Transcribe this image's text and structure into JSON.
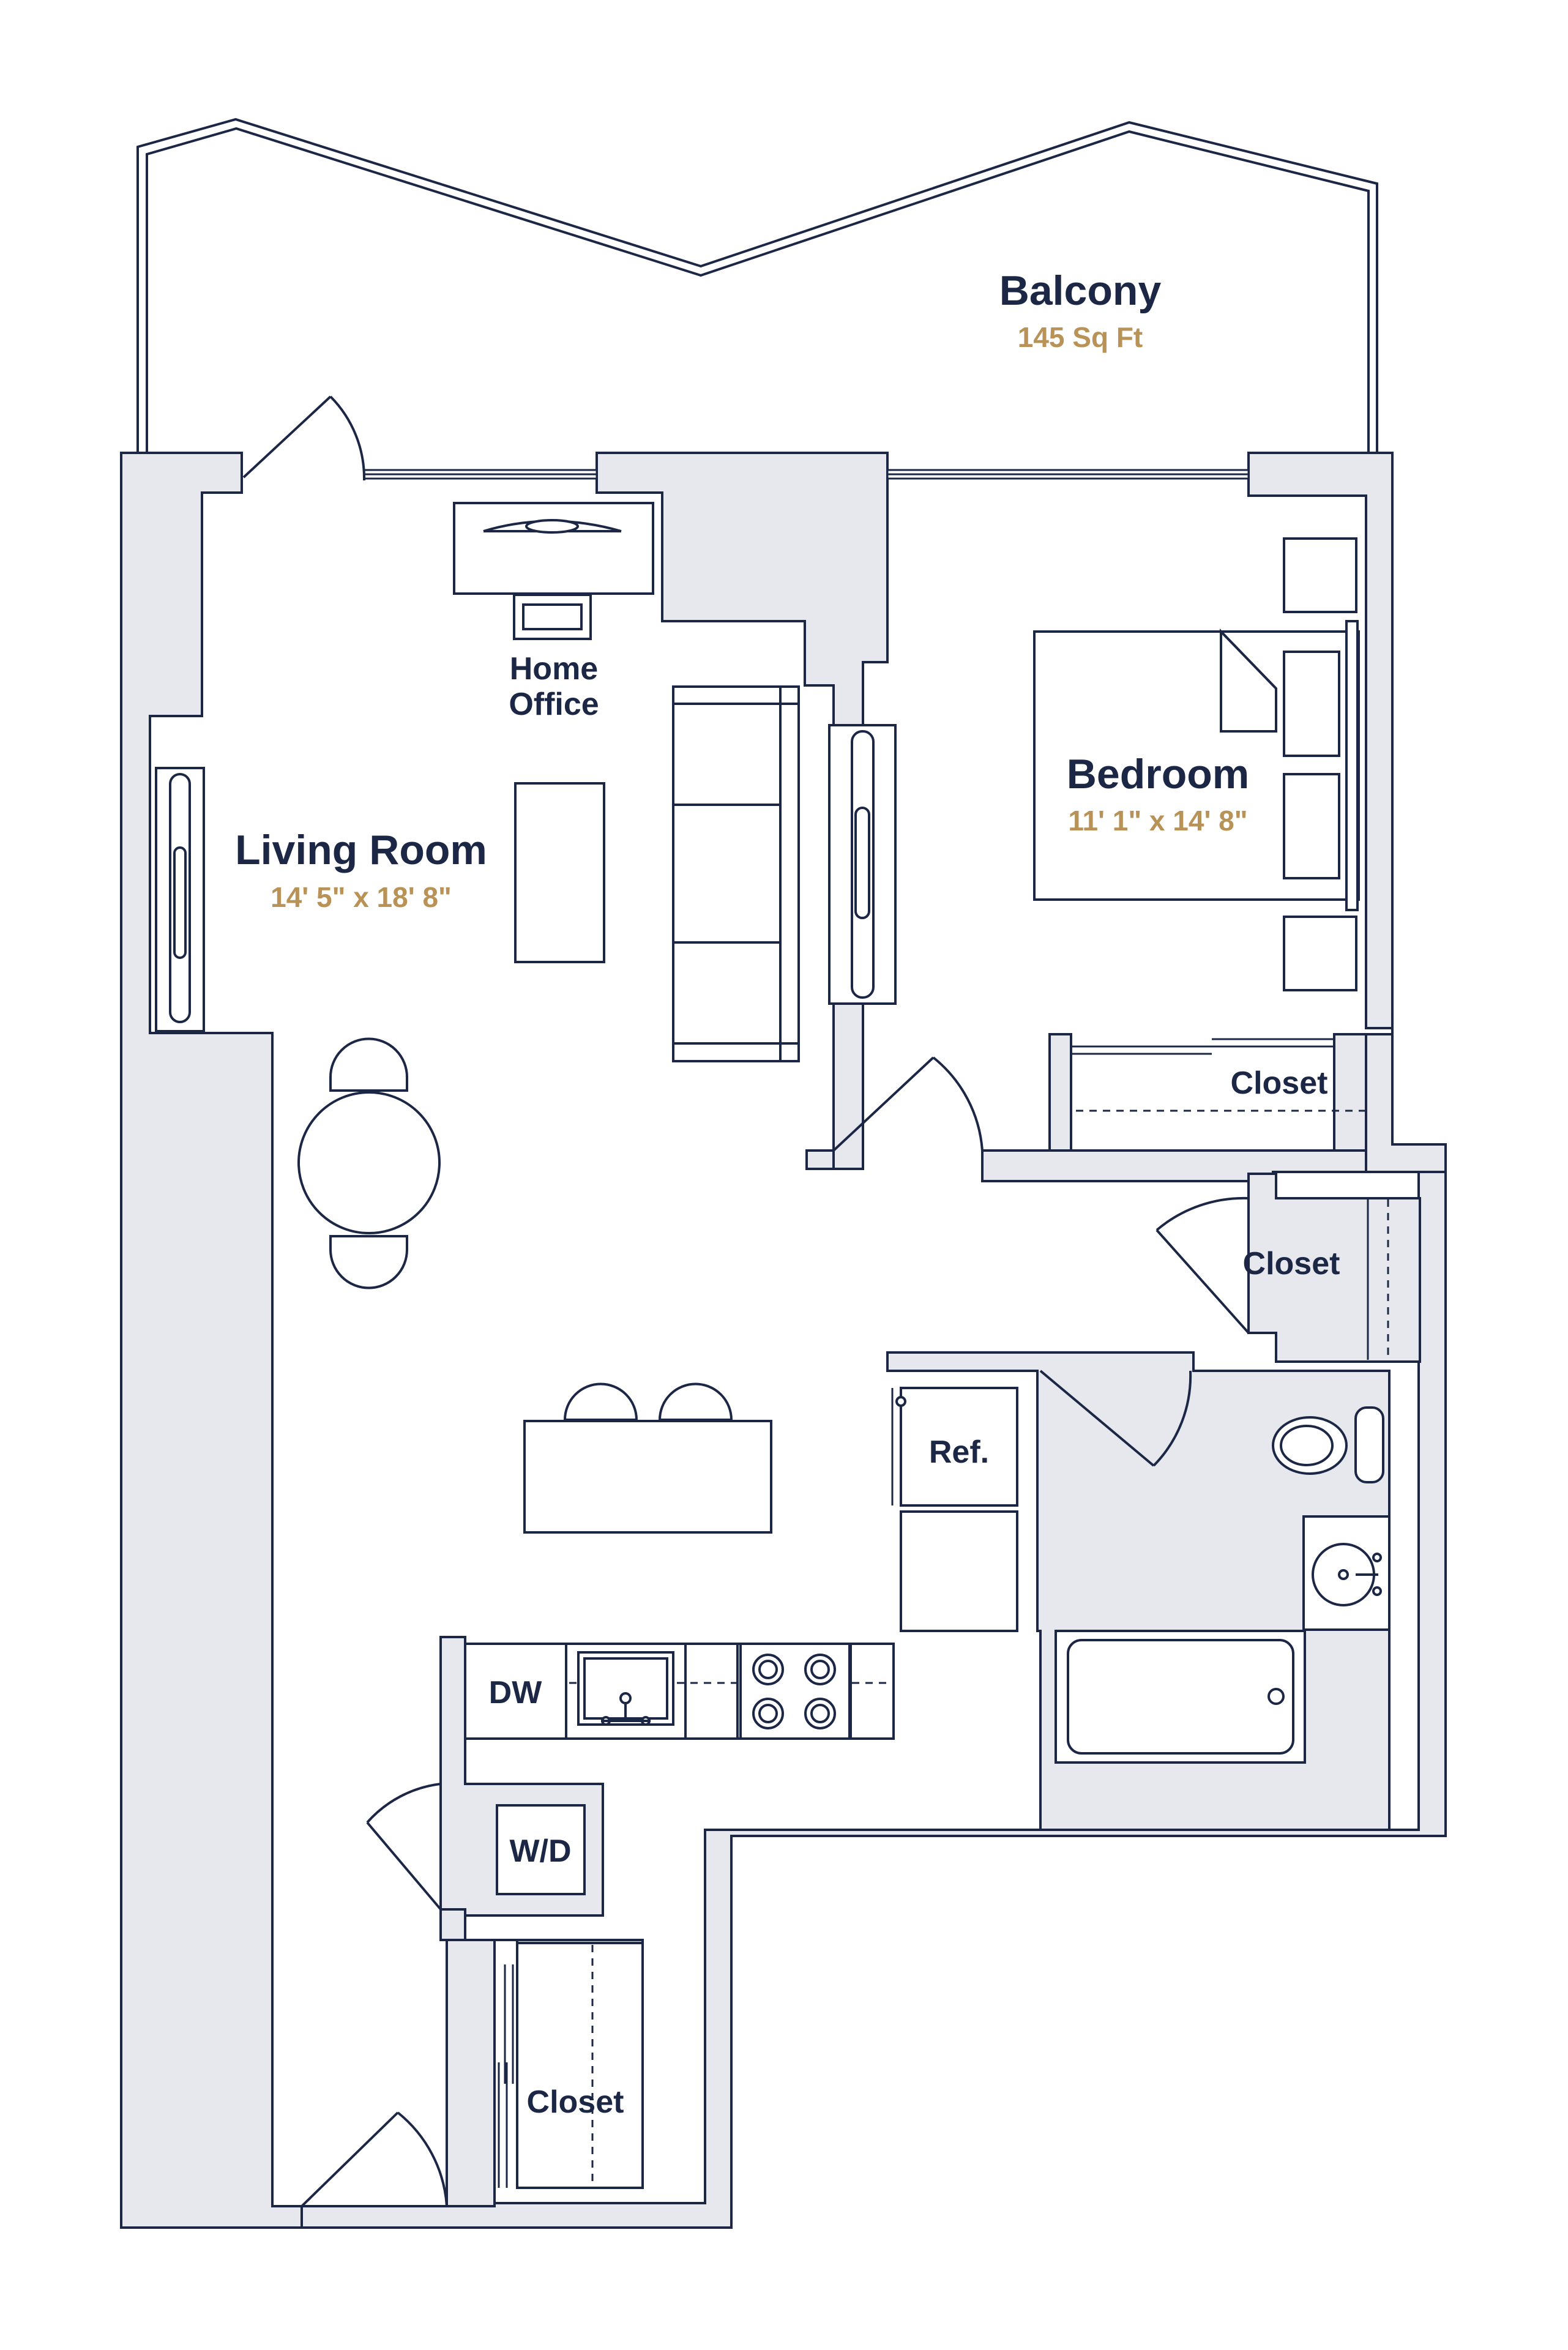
{
  "rooms": {
    "balcony": {
      "name": "Balcony",
      "area": "145 Sq Ft"
    },
    "living": {
      "name": "Living Room",
      "dims": "14' 5\" x 18' 8\""
    },
    "bedroom": {
      "name": "Bedroom",
      "dims": "11' 1\" x 14' 8\""
    },
    "office": {
      "line1": "Home",
      "line2": "Office"
    }
  },
  "labels": {
    "bedroom_closet": "Closet",
    "hall_closet": "Closet",
    "entry_closet": "Closet",
    "refrigerator": "Ref.",
    "dishwasher": "DW",
    "washer_dryer": "W/D"
  },
  "colors": {
    "wall_fill": "#e6e8ee",
    "line": "#1c2745",
    "room_label": "#1c2745",
    "dimension_label": "#b89256"
  }
}
